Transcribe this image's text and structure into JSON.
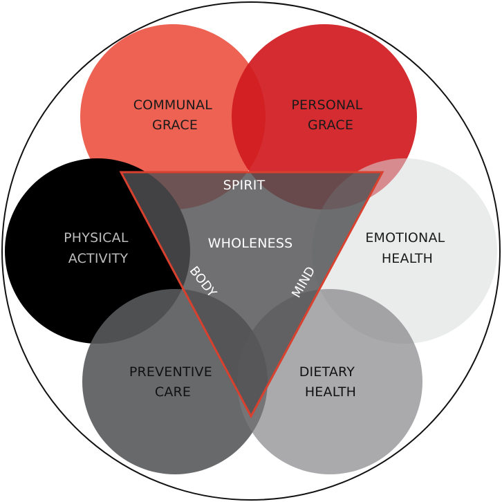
{
  "diagram": {
    "circles": [
      {
        "id": "communal-grace",
        "lines": [
          "COMMUNAL",
          "GRACE"
        ],
        "color": "#ea4734",
        "opacity": 0.85,
        "text_color": "#1a1a1a"
      },
      {
        "id": "personal-grace",
        "lines": [
          "PERSONAL",
          "GRACE"
        ],
        "color": "#d01a20",
        "opacity": 0.92,
        "text_color": "#1a1a1a"
      },
      {
        "id": "physical-activity",
        "lines": [
          "PHYSICAL",
          "ACTIVITY"
        ],
        "color": "#000000",
        "opacity": 1.0,
        "text_color": "#bdbdbd"
      },
      {
        "id": "emotional-health",
        "lines": [
          "EMOTIONAL",
          "HEALTH"
        ],
        "color": "#d9dadb",
        "opacity": 0.55,
        "text_color": "#1a1a1a"
      },
      {
        "id": "preventive-care",
        "lines": [
          "PREVENTIVE",
          "CARE"
        ],
        "color": "#58595b",
        "opacity": 0.9,
        "text_color": "#111111"
      },
      {
        "id": "dietary-health",
        "lines": [
          "DIETARY",
          "HEALTH"
        ],
        "color": "#7c7d80",
        "opacity": 0.65,
        "text_color": "#111111"
      }
    ],
    "triangle": {
      "fill": "#505153",
      "opacity": 0.82,
      "stroke": "#d9402e",
      "center_label": "WHOLENESS",
      "top_label": "SPIRIT",
      "left_label": "BODY",
      "right_label": "MIND",
      "label_color": "#ffffff"
    },
    "outer_ring": {
      "stroke": "#111111"
    }
  }
}
